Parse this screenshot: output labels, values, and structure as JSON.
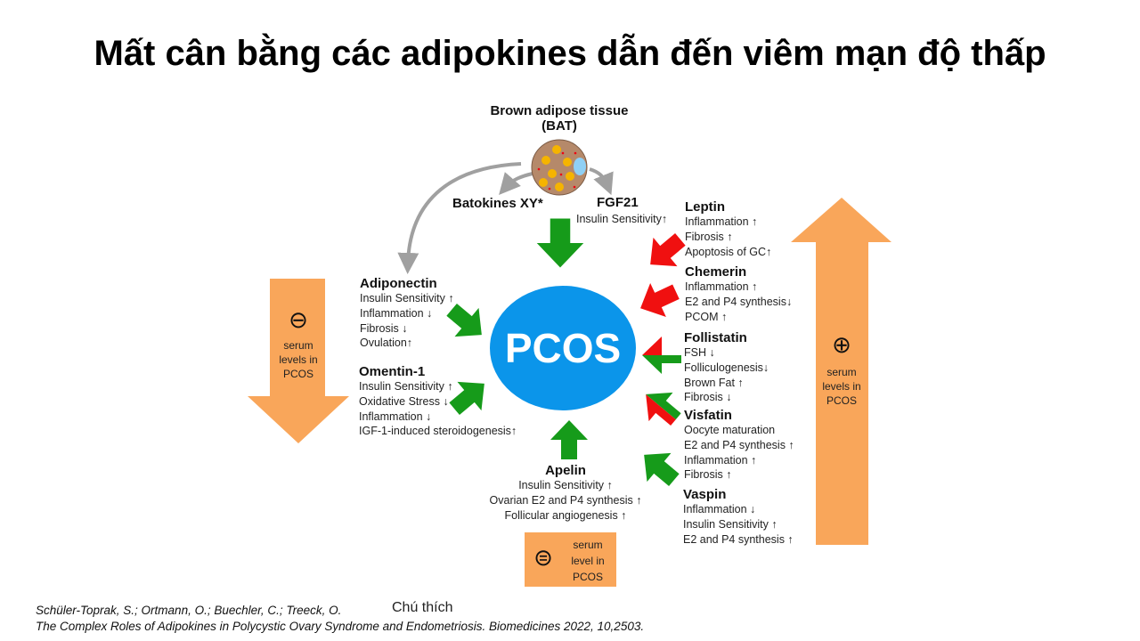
{
  "title": "Mất cân bằng các adipokines dẫn đến viêm mạn độ thấp",
  "bat": {
    "label_line1": "Brown adipose tissue",
    "label_line2": "(BAT)"
  },
  "batokines": {
    "name": "Batokines XY*"
  },
  "fgf21": {
    "name": "FGF21",
    "effects": [
      "Insulin Sensitivity↑"
    ]
  },
  "center": {
    "label": "PCOS"
  },
  "left_group": {
    "symbol": "⊖",
    "text": [
      "serum",
      "levels in",
      "PCOS"
    ],
    "items": [
      {
        "name": "Adiponectin",
        "effects": [
          "Insulin Sensitivity ↑",
          "Inflammation ↓",
          "Fibrosis ↓",
          "Ovulation↑"
        ]
      },
      {
        "name": "Omentin-1",
        "effects": [
          "Insulin Sensitivity ↑",
          "Oxidative Stress ↓",
          "Inflammation ↓",
          "IGF-1-induced steroidogenesis↑"
        ]
      }
    ]
  },
  "bottom_group": {
    "symbol": "⊜",
    "text": [
      "serum",
      "level in",
      "PCOS"
    ],
    "items": [
      {
        "name": "Apelin",
        "effects": [
          "Insulin Sensitivity ↑",
          "Ovarian E2 and P4 synthesis ↑",
          "Follicular angiogenesis ↑"
        ]
      }
    ]
  },
  "right_group": {
    "symbol": "⊕",
    "text": [
      "serum",
      "levels in",
      "PCOS"
    ],
    "items": [
      {
        "name": "Leptin",
        "effects": [
          "Inflammation ↑",
          "Fibrosis ↑",
          "Apoptosis of GC↑"
        ]
      },
      {
        "name": "Chemerin",
        "effects": [
          "Inflammation ↑",
          "E2 and P4 synthesis↓",
          "PCOM ↑"
        ]
      },
      {
        "name": "Follistatin",
        "effects": [
          "FSH ↓",
          "Folliculogenesis↓",
          "Brown Fat ↑",
          "Fibrosis ↓"
        ]
      },
      {
        "name": "Visfatin",
        "effects": [
          "Oocyte maturation",
          "E2 and P4 synthesis ↑",
          "Inflammation ↑",
          "Fibrosis ↑"
        ]
      },
      {
        "name": "Vaspin",
        "effects": [
          "Inflammation ↓",
          "Insulin Sensitivity ↑",
          "E2 and P4 synthesis ↑"
        ]
      }
    ]
  },
  "citation": {
    "line1": "Schüler-Toprak, S.; Ortmann, O.; Buechler, C.; Treeck, O.",
    "line2": "The Complex Roles of Adipokines in Polycystic Ovary Syndrome and Endometriosis. Biomedicines 2022, 10,2503."
  },
  "caption": "Chú thích",
  "colors": {
    "pcos": "#0b95ea",
    "orange": "#f9a65a",
    "green": "#169b1a",
    "red": "#f01010",
    "grey": "#a0a0a0",
    "bat": "#b5896a"
  }
}
